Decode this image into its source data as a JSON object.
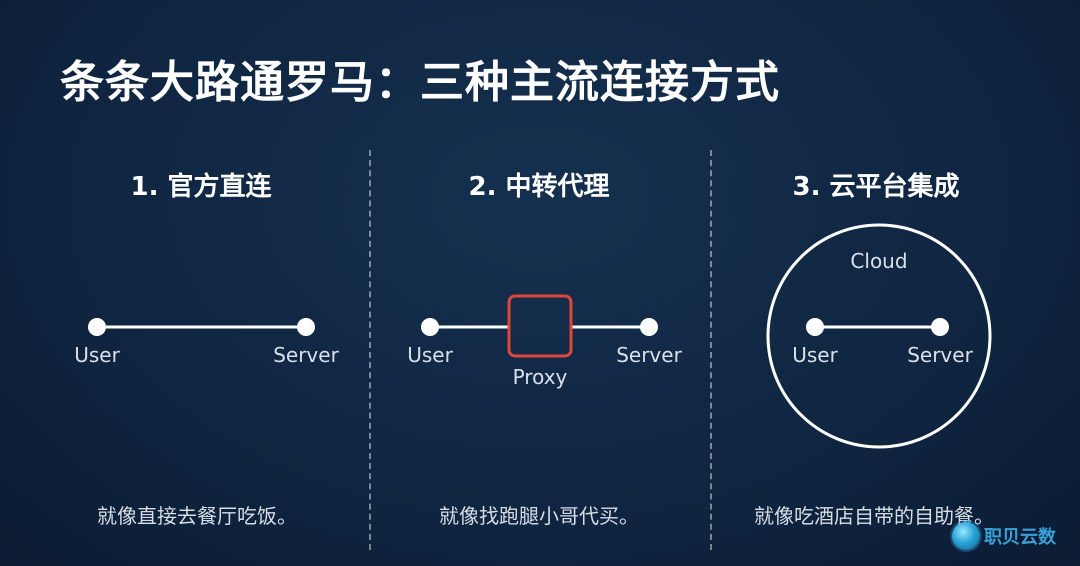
{
  "title": "条条大路通罗马：三种主流连接方式",
  "panels": [
    {
      "heading": "1. 官方直连",
      "labels": {
        "user": "User",
        "server": "Server"
      },
      "caption": "就像直接去餐厅吃饭。"
    },
    {
      "heading": "2. 中转代理",
      "labels": {
        "user": "User",
        "server": "Server",
        "proxy": "Proxy"
      },
      "caption": "就像找跑腿小哥代买。"
    },
    {
      "heading": "3. 云平台集成",
      "labels": {
        "user": "User",
        "server": "Server",
        "cloud": "Cloud"
      },
      "caption": "就像吃酒店自带的自助餐。"
    }
  ],
  "watermark": "职贝云数",
  "colors": {
    "background": "#102642",
    "foreground": "#ffffff",
    "proxy_box": "#e0453c",
    "caption": "#d6dde6",
    "watermark": "#3aa0d8"
  }
}
